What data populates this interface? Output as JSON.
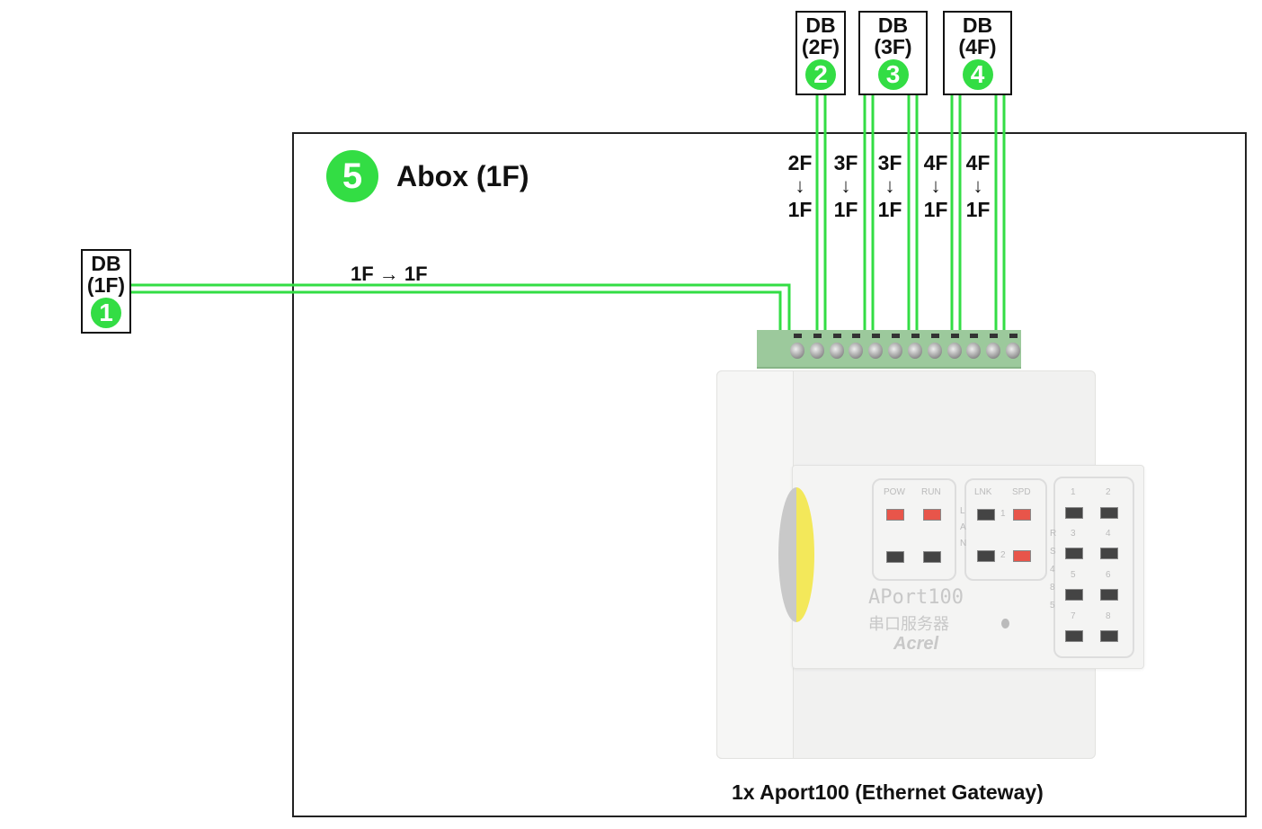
{
  "colors": {
    "wire": "#33dd44",
    "badge": "#33dd44",
    "frame": "#222222",
    "terminal": "#9cc99c",
    "led_on": "#e8554a",
    "led_off": "#444444"
  },
  "distribution_boxes": [
    {
      "id": 1,
      "line1": "DB",
      "line2": "(1F)",
      "badge": "1"
    },
    {
      "id": 2,
      "line1": "DB",
      "line2": "(2F)",
      "badge": "2"
    },
    {
      "id": 3,
      "line1": "DB",
      "line2": "(3F)",
      "badge": "3"
    },
    {
      "id": 4,
      "line1": "DB",
      "line2": "(4F)",
      "badge": "4"
    }
  ],
  "abox": {
    "badge": "5",
    "title": "Abox (1F)"
  },
  "routes": [
    {
      "from": "2F",
      "arrow": "↓",
      "to": "1F"
    },
    {
      "from": "3F",
      "arrow": "↓",
      "to": "1F"
    },
    {
      "from": "3F",
      "arrow": "↓",
      "to": "1F"
    },
    {
      "from": "4F",
      "arrow": "↓",
      "to": "1F"
    },
    {
      "from": "4F",
      "arrow": "↓",
      "to": "1F"
    }
  ],
  "route_horizontal": "1F → 1F",
  "device": {
    "model": "APort100",
    "subtitle": "串口服务器",
    "brand": "Acrel",
    "status_labels": [
      "POW",
      "RUN"
    ],
    "lan_labels": [
      "LNK",
      "SPD"
    ],
    "lan_side": "LAN",
    "lan_ports": [
      "1",
      "2"
    ],
    "rs485_side": "RS485",
    "rs485_ports": [
      "1",
      "2",
      "3",
      "4",
      "5",
      "6",
      "7",
      "8"
    ]
  },
  "caption": "1x Aport100 (Ethernet Gateway)"
}
